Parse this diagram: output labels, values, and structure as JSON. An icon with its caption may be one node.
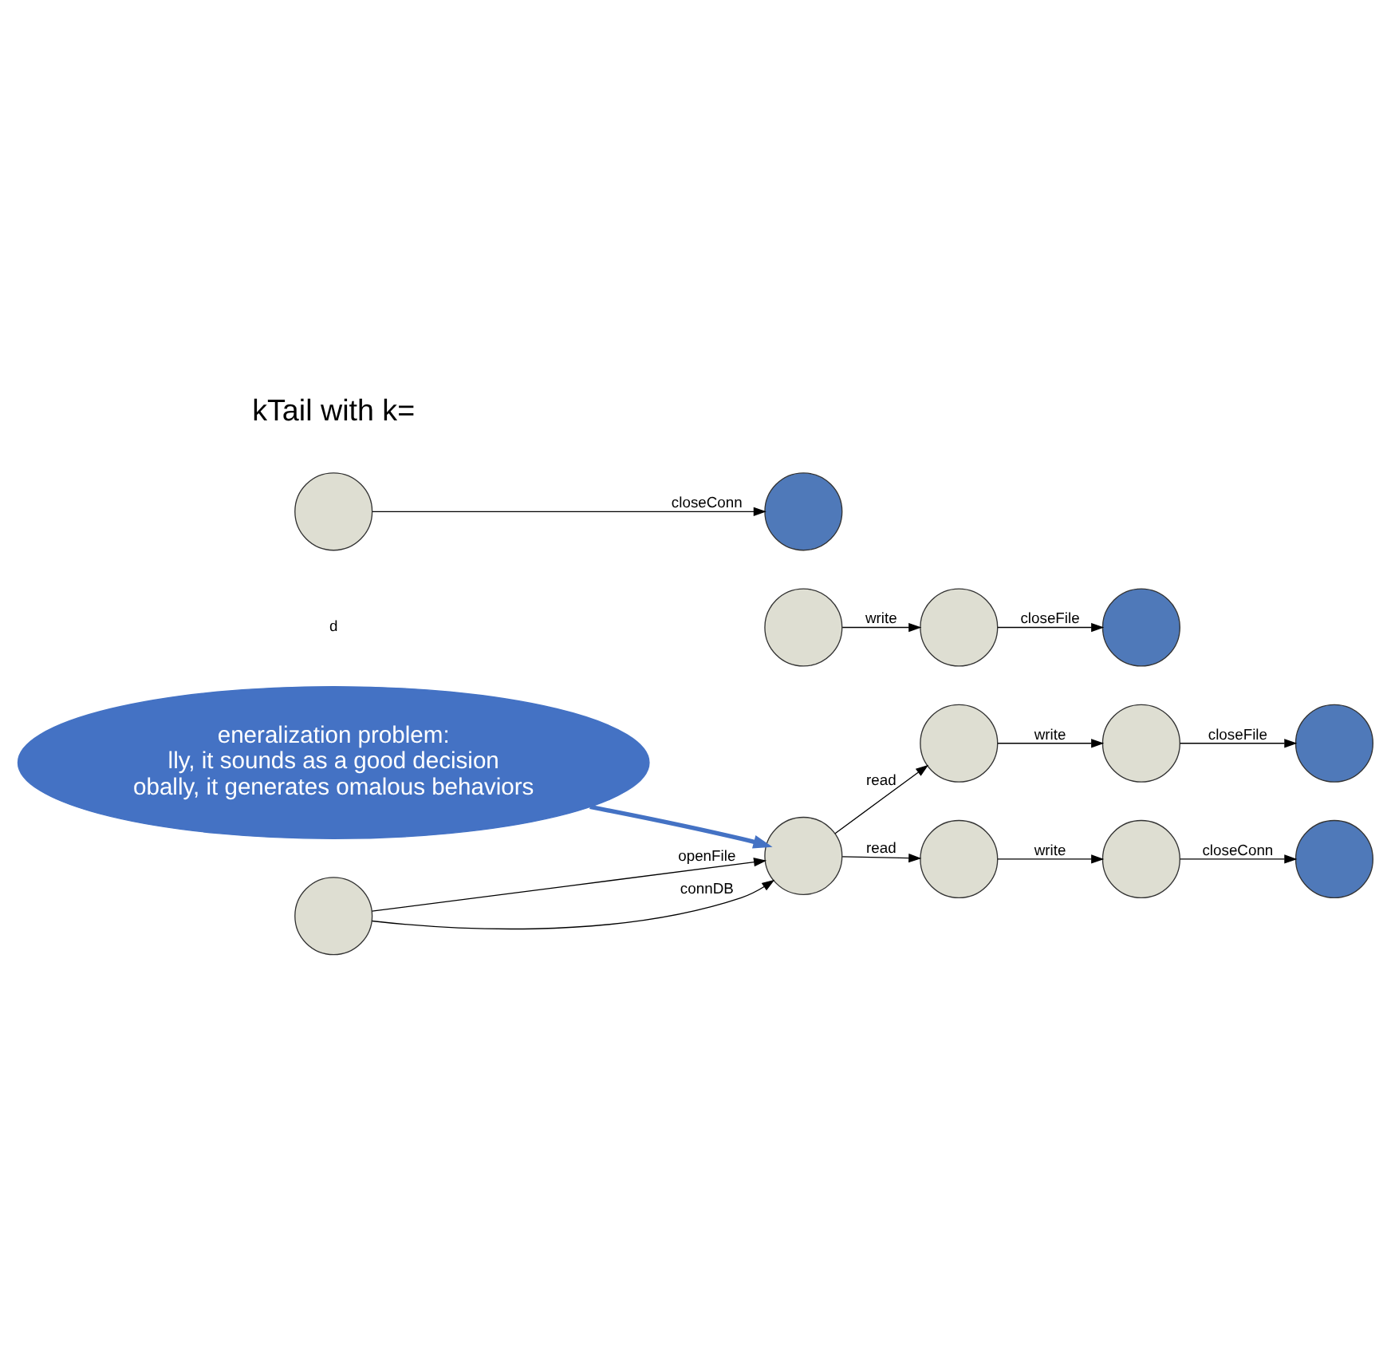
{
  "diagram": {
    "nodes": [
      {
        "text": [
          "eneralization problem:",
          "lly, it sounds as a good decision",
          "obally, it generates omalous behaviors"
        ]
      },
      {
        "text": [],
        "shape": "circle"
      },
      {
        "text": [],
        "shape": "circle"
      },
      {
        "text": [],
        "shape": "circle"
      },
      {
        "text": [],
        "shape": "circle"
      },
      {
        "text": [],
        "shape": "circle"
      },
      {
        "text": [],
        "shape": "circle"
      },
      {
        "text": [],
        "shape": "circle"
      },
      {
        "text": [],
        "shape": "circle"
      },
      {
        "text": [],
        "shape": "circle"
      },
      {
        "text": [],
        "shape": "circle"
      },
      {
        "text": [],
        "shape": "circle"
      },
      {
        "text": [],
        "shape": "circle"
      },
      {
        "text": [],
        "shape": "circle"
      }
    ],
    "edges": [
      {
        "from": 1,
        "to": 2,
        "arrow": "to",
        "label": "write"
      },
      {
        "from": 2,
        "to": 3,
        "arrow": "to",
        "label": "closeFile"
      },
      {
        "from": 4,
        "to": 5,
        "arrow": "to",
        "label": "closeConn"
      },
      {
        "from": 6,
        "to": 7,
        "arrow": "to",
        "label": "openFile"
      },
      {
        "from": 6,
        "to": 7,
        "arrow": "to",
        "label": "connDB"
      },
      {
        "from": 7,
        "to": 8,
        "arrow": "to",
        "label": "read"
      },
      {
        "from": 8,
        "to": 9,
        "arrow": "to",
        "label": "write"
      },
      {
        "from": 9,
        "to": 10,
        "arrow": "to",
        "label": "closeFile"
      },
      {
        "from": 7,
        "to": 11,
        "arrow": "to",
        "label": "read"
      },
      {
        "from": 11,
        "to": 12,
        "arrow": "to",
        "label": "write"
      },
      {
        "from": 12,
        "to": 13,
        "arrow": "to",
        "label": "closeConn"
      },
      {
        "from": 0,
        "to": 7,
        "arrow": "to",
        "style": "thick",
        "color": "#4472c4"
      }
    ],
    "labels": [
      "d",
      "kTail with k="
    ]
  }
}
